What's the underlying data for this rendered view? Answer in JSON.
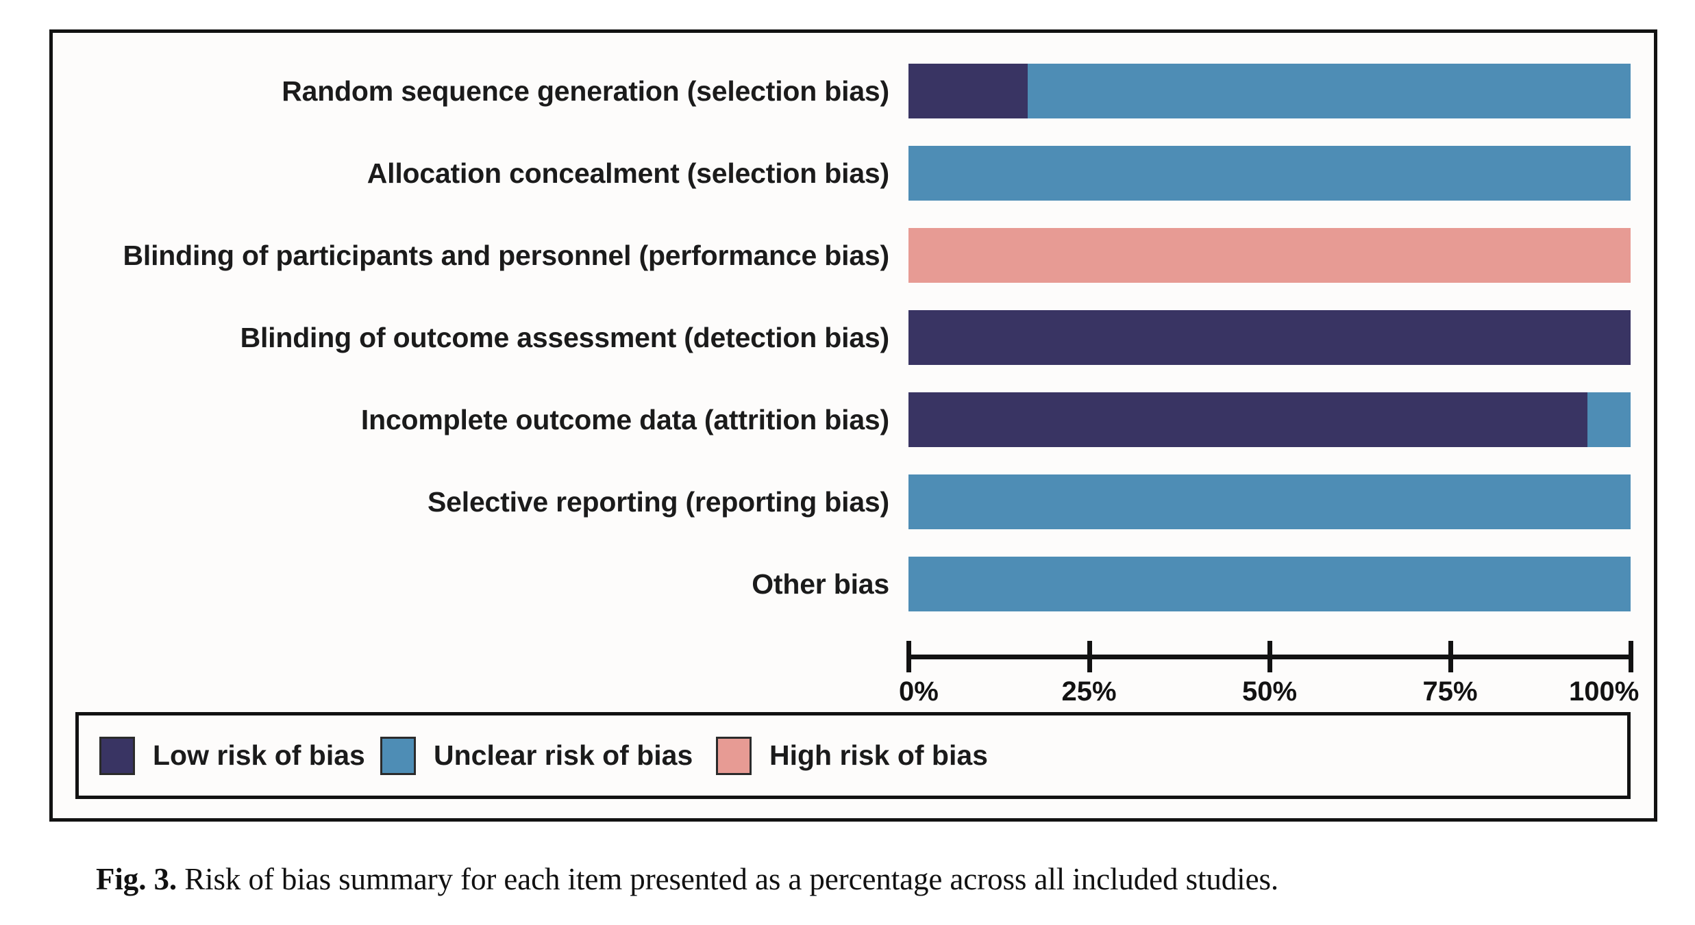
{
  "figure": {
    "caption_tag": "Fig. 3.",
    "caption_text": "Risk of bias summary for each item presented as a percentage across all included studies."
  },
  "legend": {
    "items": [
      {
        "label": "Low risk of bias",
        "color": "#393463",
        "key": "low"
      },
      {
        "label": "Unclear risk of bias",
        "color": "#4e8db5",
        "key": "unclear"
      },
      {
        "label": "High risk of bias",
        "color": "#e79b94",
        "key": "high"
      }
    ]
  },
  "axis": {
    "ticks": [
      "0%",
      "25%",
      "50%",
      "75%",
      "100%"
    ],
    "tick_values": [
      0,
      25,
      50,
      75,
      100
    ]
  },
  "chart_data": {
    "type": "bar",
    "orientation": "horizontal",
    "stacked": true,
    "normalized": true,
    "title": "",
    "xlabel": "",
    "ylabel": "",
    "xlim": [
      0,
      100
    ],
    "xtick_labels": [
      "0%",
      "25%",
      "50%",
      "75%",
      "100%"
    ],
    "xticks": [
      0,
      25,
      50,
      75,
      100
    ],
    "grid": false,
    "legend_position": "bottom",
    "categories": [
      "Random sequence generation (selection bias)",
      "Allocation concealment (selection bias)",
      "Blinding of participants and personnel (performance bias)",
      "Blinding of outcome assessment (detection bias)",
      "Incomplete outcome data (attrition bias)",
      "Selective reporting (reporting bias)",
      "Other bias"
    ],
    "series": [
      {
        "name": "Low risk of bias",
        "color": "#393463",
        "values": [
          16.5,
          0,
          0,
          100,
          94,
          0,
          0
        ]
      },
      {
        "name": "Unclear risk of bias",
        "color": "#4e8db5",
        "values": [
          83.5,
          100,
          0,
          0,
          6,
          100,
          100
        ]
      },
      {
        "name": "High risk of bias",
        "color": "#e79b94",
        "values": [
          0,
          0,
          100,
          0,
          0,
          0,
          0
        ]
      }
    ]
  }
}
